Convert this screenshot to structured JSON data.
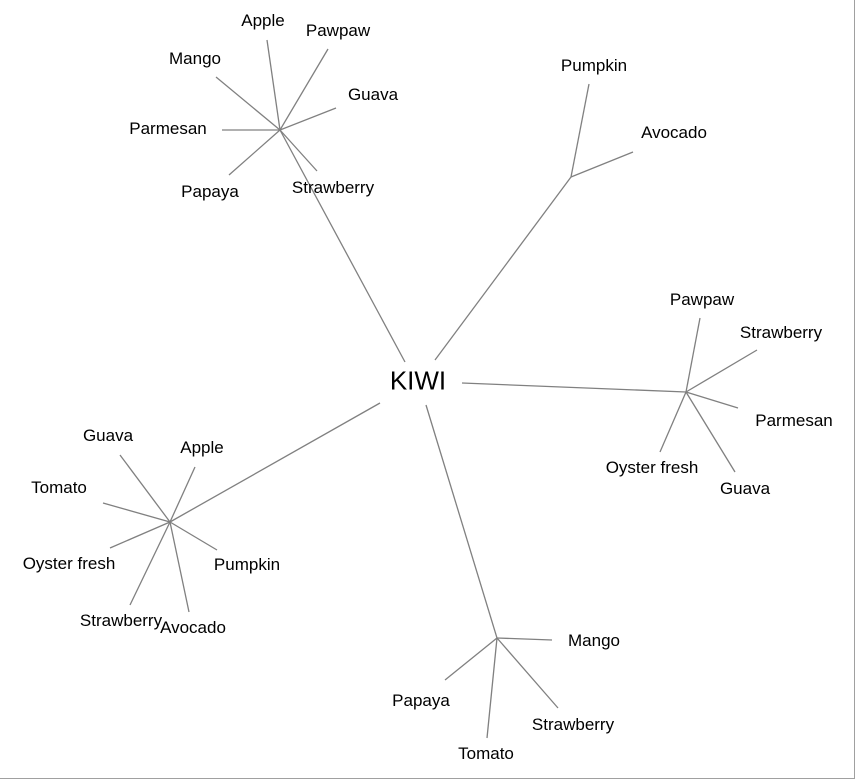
{
  "root": "KIWI",
  "line_color": "#808080",
  "groups": [
    {
      "children": [
        "Apple",
        "Pawpaw",
        "Guava",
        "Strawberry",
        "Papaya",
        "Parmesan",
        "Mango"
      ]
    },
    {
      "children": [
        "Pumpkin",
        "Avocado"
      ]
    },
    {
      "children": [
        "Pawpaw",
        "Strawberry",
        "Parmesan",
        "Guava",
        "Oyster fresh"
      ]
    },
    {
      "children": [
        "Guava",
        "Apple",
        "Tomato",
        "Oyster fresh",
        "Pumpkin",
        "Strawberry",
        "Avocado"
      ]
    },
    {
      "children": [
        "Mango",
        "Papaya",
        "Strawberry",
        "Tomato"
      ]
    }
  ]
}
